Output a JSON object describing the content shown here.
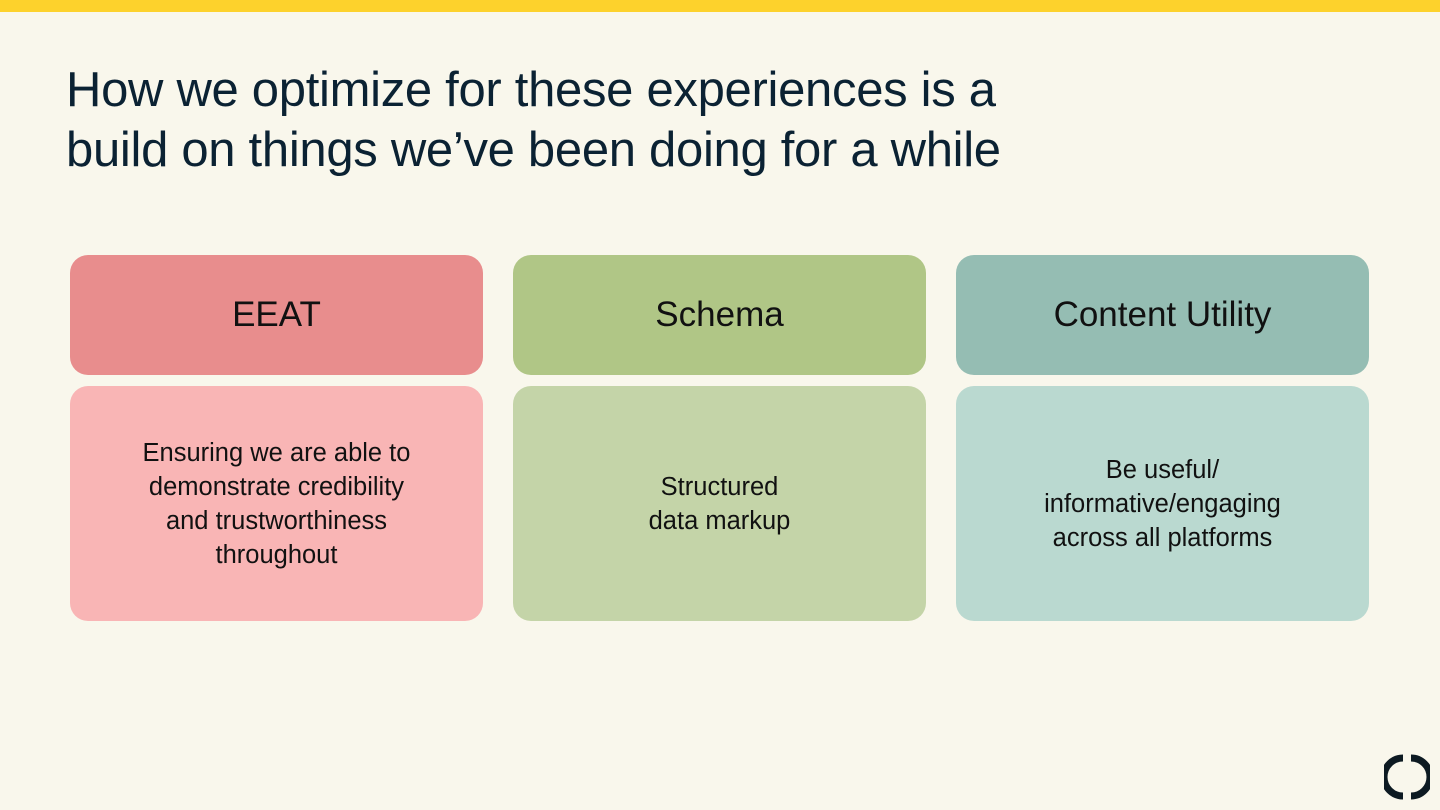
{
  "slide": {
    "title_lines": [
      "How we optimize for these experiences is a",
      "build on things we’ve been doing for a while"
    ]
  },
  "colors": {
    "background": "#f9f7ec",
    "accent_bar": "#fdd22c",
    "title_text": "#0b2233"
  },
  "cards": [
    {
      "title": "EEAT",
      "header_color": "#e88d8d",
      "body_color": "#f9b5b5",
      "body_lines": [
        "Ensuring we are able to",
        "demonstrate credibility",
        "and trustworthiness",
        "throughout"
      ]
    },
    {
      "title": "Schema",
      "header_color": "#b0c686",
      "body_color": "#c4d4a8",
      "body_lines": [
        "Structured",
        "data markup"
      ]
    },
    {
      "title": "Content Utility",
      "header_color": "#95bdb3",
      "body_color": "#bad9d0",
      "body_lines": [
        "Be useful/",
        "informative/engaging",
        "across all platforms"
      ]
    }
  ],
  "logo": {
    "icon": "brand-logo-icon"
  }
}
